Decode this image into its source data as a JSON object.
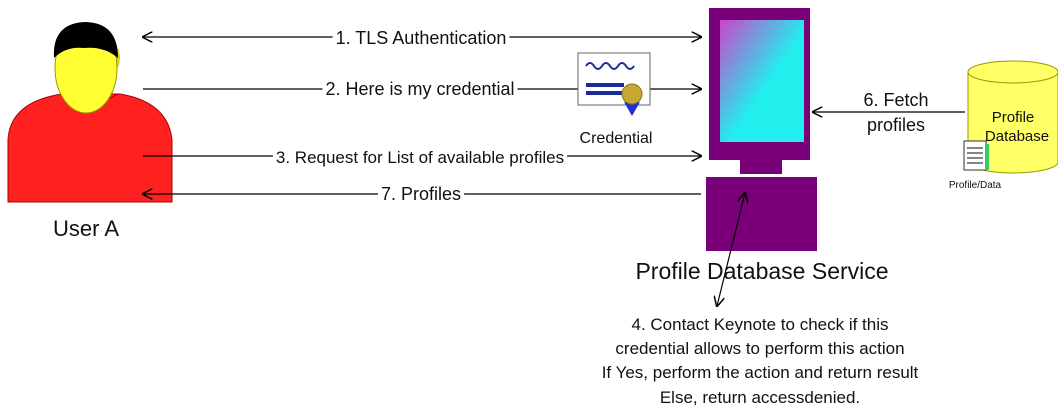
{
  "actors": {
    "user": {
      "name": "User A"
    },
    "service": {
      "name": "Profile Database Service"
    },
    "database": {
      "name_line1": "Profile",
      "name_line2": "Database"
    },
    "profile_doc": {
      "label": "Profile/Data"
    },
    "credential": {
      "label": "Credential"
    }
  },
  "messages": {
    "m1": "1. TLS Authentication",
    "m2": "2. Here is my credential",
    "m3": "3. Request for List of available profiles",
    "m6_line1": "6. Fetch",
    "m6_line2": "profiles",
    "m7": "7. Profiles"
  },
  "note": {
    "line1": "4. Contact Keynote to check if this",
    "line2": "credential allows to perform this action",
    "line3": "If Yes, perform the action and return result",
    "line4": "Else, return accessdenied."
  },
  "colors": {
    "person_shirt": "#ff2020",
    "person_face": "#ffff33",
    "person_hair": "#000000",
    "monitor_frame": "#7a007a",
    "screen_cyan": "#22eeee",
    "screen_magenta": "#cc44cc",
    "database_fill": "#ffff66",
    "seal_gold": "#c8a830",
    "ribbon_blue": "#2233cc"
  }
}
